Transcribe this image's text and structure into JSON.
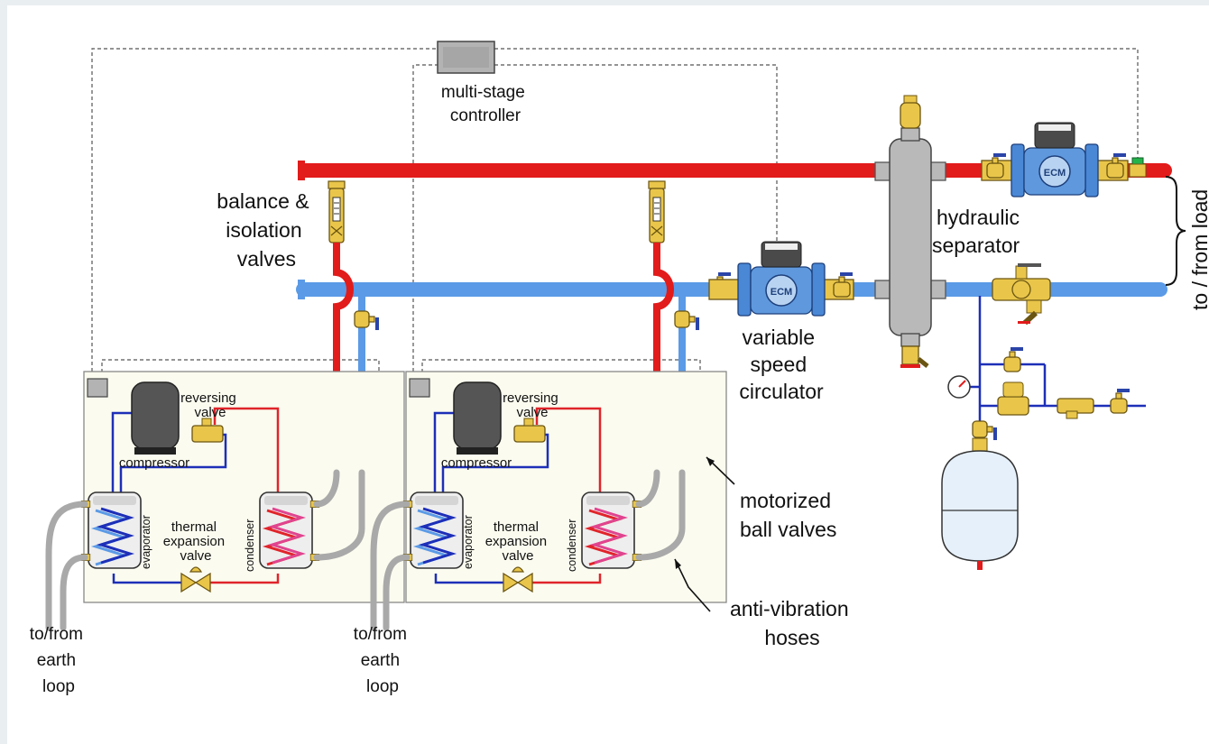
{
  "colors": {
    "supply": "#e21b1b",
    "return": "#5b9ae6",
    "refrigerant_hot": "#e0242a",
    "refrigerant_cold": "#1d2fb8",
    "brass": "#e9c64a",
    "hose": "#a9a9a9",
    "unit_panel": "#fbfbef",
    "controller": "#b3b3b3",
    "separator": "#b9b9b9",
    "expansion_tank": "#e6f0fa",
    "ecm_blue": "#4a88d6",
    "gauge_red": "#e21b1b",
    "indicator_green": "#22b34a"
  },
  "labels": {
    "controller": [
      "multi-stage",
      "controller"
    ],
    "balance": [
      "balance &",
      "isolation",
      "valves"
    ],
    "circulator": [
      "variable",
      "speed",
      "circulator"
    ],
    "separator": [
      "hydraulic",
      "separator"
    ],
    "load": "to / from load",
    "motorized": [
      "motorized",
      "ball valves"
    ],
    "hoses": [
      "anti-vibration",
      "hoses"
    ],
    "earth": [
      "to/from",
      "earth",
      "loop"
    ]
  },
  "unit": {
    "reversing": [
      "reversing",
      "valve"
    ],
    "compressor": "compressor",
    "txv": [
      "thermal",
      "expansion",
      "valve"
    ],
    "evaporator": "evaporator",
    "condenser": "condenser"
  },
  "ecm": "ECM",
  "icons": [
    "controller-box",
    "ball-valve-icon",
    "flow-meter-icon",
    "ecm-circulator-icon",
    "air-vent-icon",
    "pressure-gauge-icon",
    "expansion-tank-icon",
    "compressor-icon",
    "reversing-valve-icon",
    "expansion-valve-icon",
    "heat-exchanger-icon"
  ]
}
